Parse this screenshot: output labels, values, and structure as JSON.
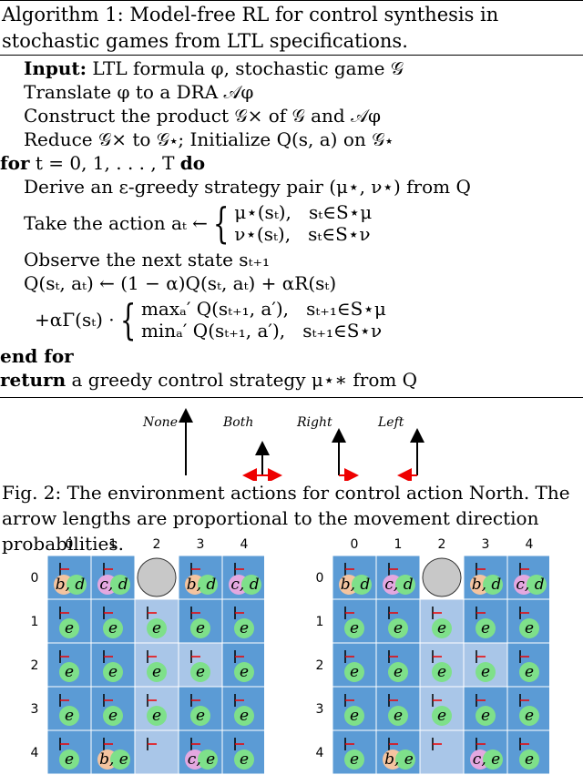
{
  "algorithm": {
    "title": "Algorithm 1: Model-free RL for control synthesis in stochastic games from LTL specifications.",
    "lines": {
      "input_kw": "Input:",
      "input_rest": " LTL formula φ, stochastic game 𝒢",
      "translate": "Translate φ to a DRA 𝒜φ",
      "construct": "Construct the product 𝒢× of 𝒢 and 𝒜φ",
      "reduce": "Reduce 𝒢× to 𝒢⋆; Initialize Q(s, a) on 𝒢⋆",
      "for_kw": "for",
      "for_mid": " t = 0, 1, . . . , T ",
      "do_kw": "do",
      "derive": "Derive an ε-greedy strategy pair (μ⋆, ν⋆) from Q",
      "take": "Take the action aₜ ←",
      "take_case1a": "μ⋆(sₜ),",
      "take_case1b": "sₜ∈S⋆μ",
      "take_case2a": "ν⋆(sₜ),",
      "take_case2b": "sₜ∈S⋆ν",
      "observe": "Observe the next state sₜ₊₁",
      "update": "Q(sₜ, aₜ) ← (1 − α)Q(sₜ, aₜ) + αR(sₜ)",
      "update2": "+αΓ(sₜ) ·",
      "upd_case1a": "maxₐ′ Q(sₜ₊₁, a′),",
      "upd_case1b": "sₜ₊₁∈S⋆μ",
      "upd_case2a": "minₐ′ Q(sₜ₊₁, a′),",
      "upd_case2b": "sₜ₊₁∈S⋆ν",
      "endfor_kw": "end for",
      "return_kw": "return",
      "return_rest": "  a greedy control strategy μ⋆∗ from Q"
    }
  },
  "figure2": {
    "labels": [
      "None",
      "Both",
      "Right",
      "Left"
    ],
    "caption": "Fig. 2: The environment actions for control action North. The arrow lengths are proportional to the movement direction probabilities."
  },
  "grids": {
    "col_labels": [
      "0",
      "1",
      "2",
      "3",
      "4"
    ],
    "row_labels": [
      "0",
      "1",
      "2",
      "3",
      "4"
    ],
    "left": {
      "row0": [
        "b, d",
        "c, d",
        "",
        "b, d",
        "c, d"
      ],
      "row4": [
        "e",
        "b, e",
        "",
        "c, e",
        "e"
      ]
    },
    "right": {
      "row0": [
        "b, d",
        "c, d",
        "",
        "b, d",
        "c, d"
      ],
      "row4": [
        "e",
        "b, e",
        "",
        "c, e",
        "e"
      ]
    },
    "e_label": "e",
    "colors": {
      "cell": "#5b9bd5",
      "cell_light": "#a9c6e8",
      "green": "#7ee08a",
      "peach": "#f4c4a0",
      "pink": "#e4a8e0",
      "obstacle": "#c8c8c8"
    }
  }
}
